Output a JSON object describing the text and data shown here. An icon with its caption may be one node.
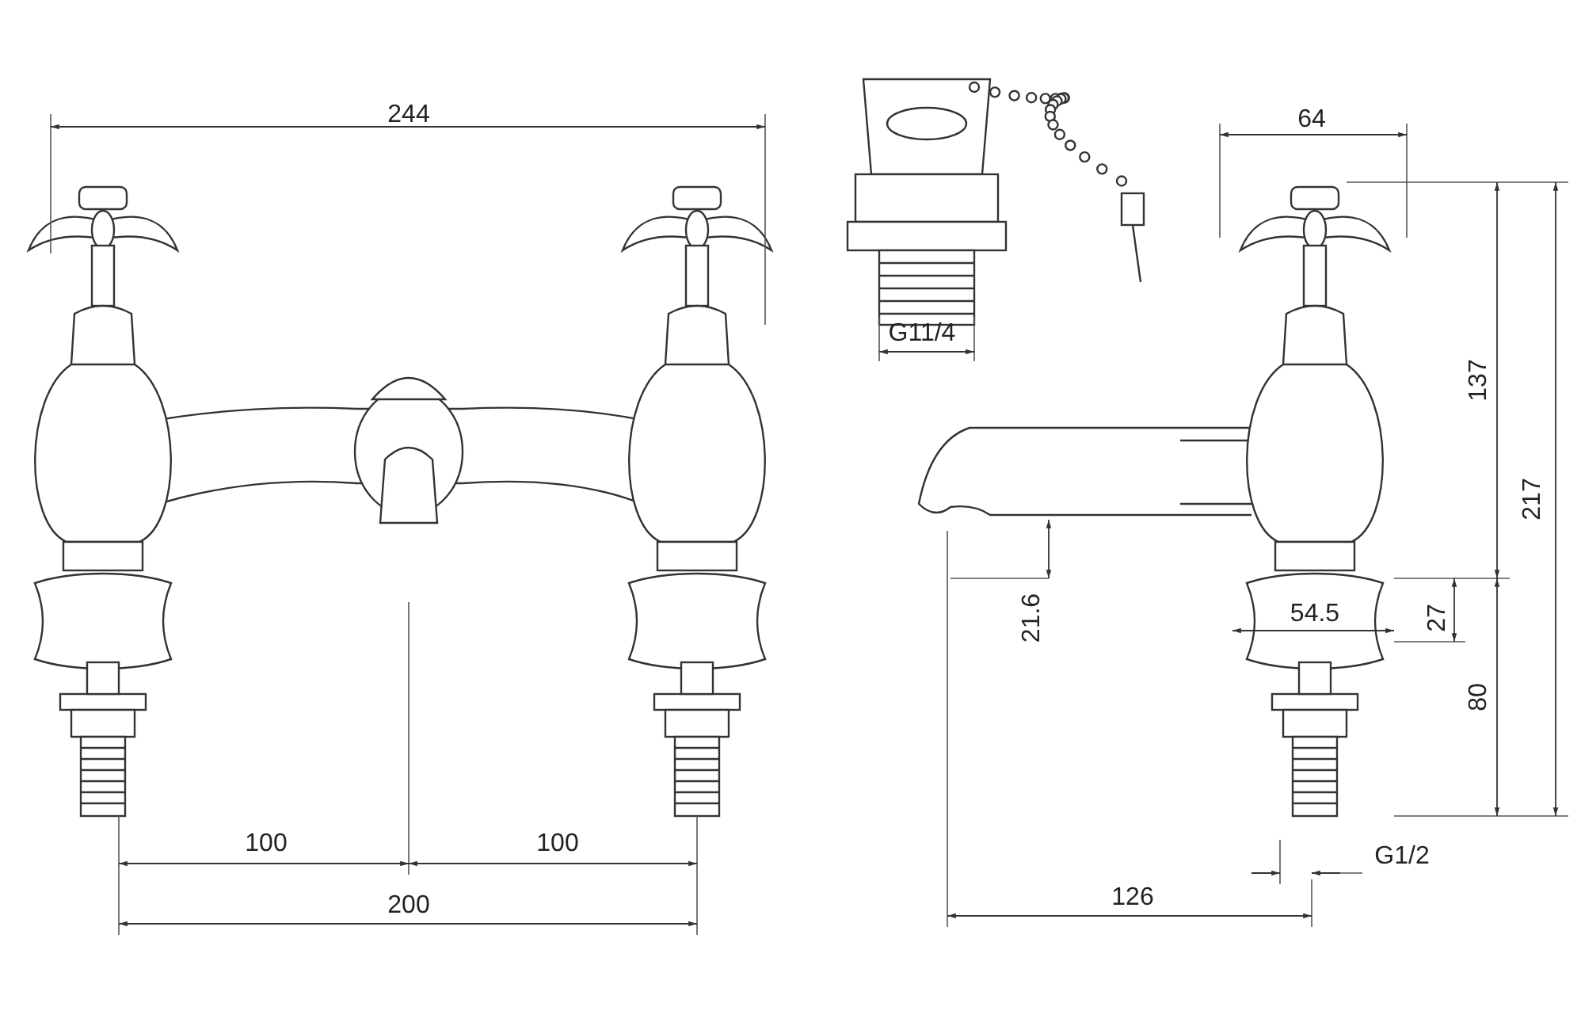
{
  "diagram": {
    "labels": [
      "244",
      "64",
      "G11/4",
      "137",
      "217",
      "100",
      "100",
      "21.6",
      "54.5",
      "27",
      "80",
      "200",
      "G1/2",
      "126"
    ]
  }
}
